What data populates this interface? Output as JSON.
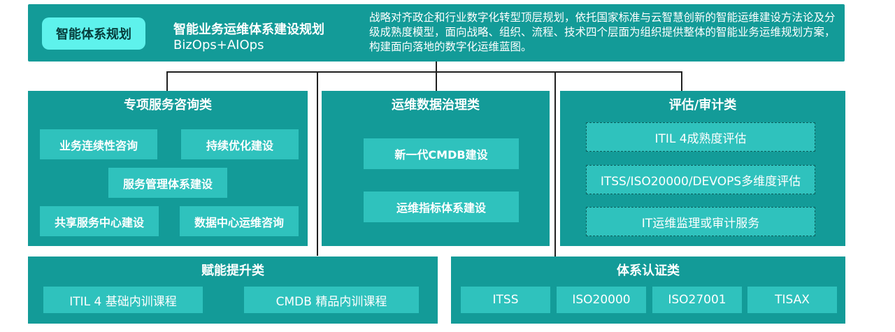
{
  "header": {
    "pill_label": "智能体系规划",
    "title": "智能业务运维体系建设规划",
    "subtitle": "BizOps+AIOps",
    "description": "战略对齐政企和行业数字化转型顶层规划，依托国家标准与云智慧创新的智能运维建设方法论及分级成熟度模型，面向战略、组织、流程、技术四个层面为组织提供整体的智能业务运维规划方案，构建面向落地的数字化运维蓝图。"
  },
  "consulting": {
    "title": "专项服务咨询类",
    "items": [
      "业务连续性咨询",
      "持续优化建设",
      "服务管理体系建设",
      "共享服务中心建设",
      "数据中心运维咨询"
    ]
  },
  "data_governance": {
    "title": "运维数据治理类",
    "items": [
      "新一代CMDB建设",
      "运维指标体系建设"
    ]
  },
  "assessment": {
    "title": "评估/审计类",
    "items": [
      "ITIL 4成熟度评估",
      "ITSS/ISO20000/DEVOPS多维度评估",
      "IT运维监理或审计服务"
    ]
  },
  "enablement": {
    "title": "赋能提升类",
    "items": [
      "ITIL 4 基础内训课程",
      "CMDB 精品内训课程"
    ]
  },
  "certification": {
    "title": "体系认证类",
    "items": [
      "ITSS",
      "ISO20000",
      "ISO27001",
      "TISAX"
    ]
  },
  "colors": {
    "panel": "#139b98",
    "item": "#2fc2bd",
    "pill": "#5ef2ec"
  }
}
